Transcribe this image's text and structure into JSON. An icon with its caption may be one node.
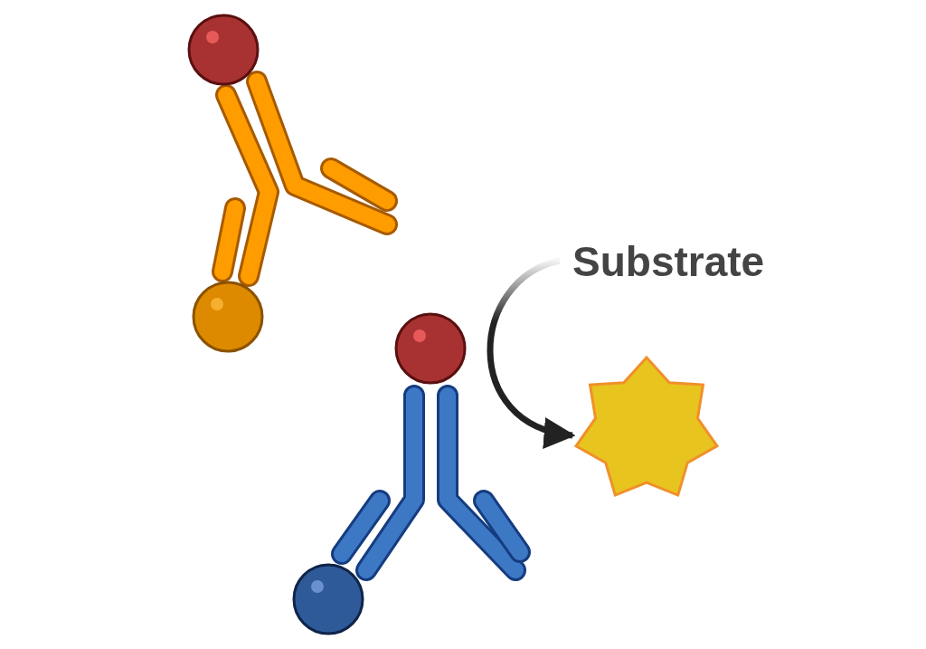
{
  "diagram": {
    "nodes": [
      {
        "text": [
          "Substrate"
        ]
      },
      {
        "text": [],
        "shape": "star"
      }
    ],
    "edges": [
      {
        "from": 0,
        "to": 1,
        "arrow": "to"
      }
    ]
  }
}
